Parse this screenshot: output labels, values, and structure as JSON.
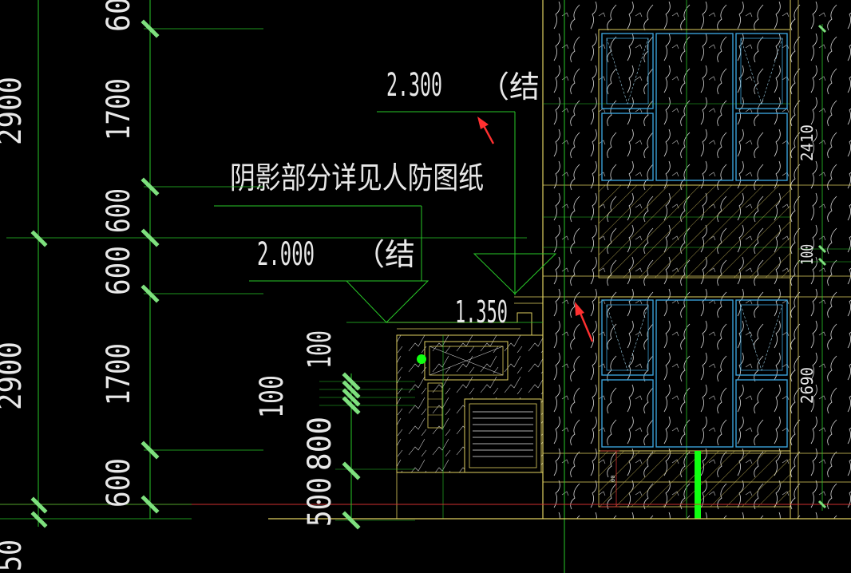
{
  "drawing": {
    "background": "#000000",
    "colors": {
      "dim_line": "#28c828",
      "dim_tick": "#7ee07e",
      "outline": "#e0d060",
      "window": "#3aa0d8",
      "text": "#e8e8e8",
      "arrow": "#ff3030",
      "axis_red": "#d03030",
      "node_green": "#10ff10"
    },
    "left_dims": {
      "outer": [
        "2900",
        "2900",
        "50"
      ],
      "inner": [
        "60",
        "1700",
        "600",
        "600",
        "1700",
        "600"
      ],
      "stair": [
        "100",
        "100",
        "800",
        "500"
      ]
    },
    "right_dims": [
      "2410",
      "100",
      "2690"
    ],
    "levels": {
      "upper": "2.300",
      "upper_suffix": "（结",
      "lower": "2.000",
      "lower_suffix": "（结",
      "landing": "1.350"
    },
    "note": "阴影部分详见人防图纸",
    "tiny_label": "00"
  }
}
